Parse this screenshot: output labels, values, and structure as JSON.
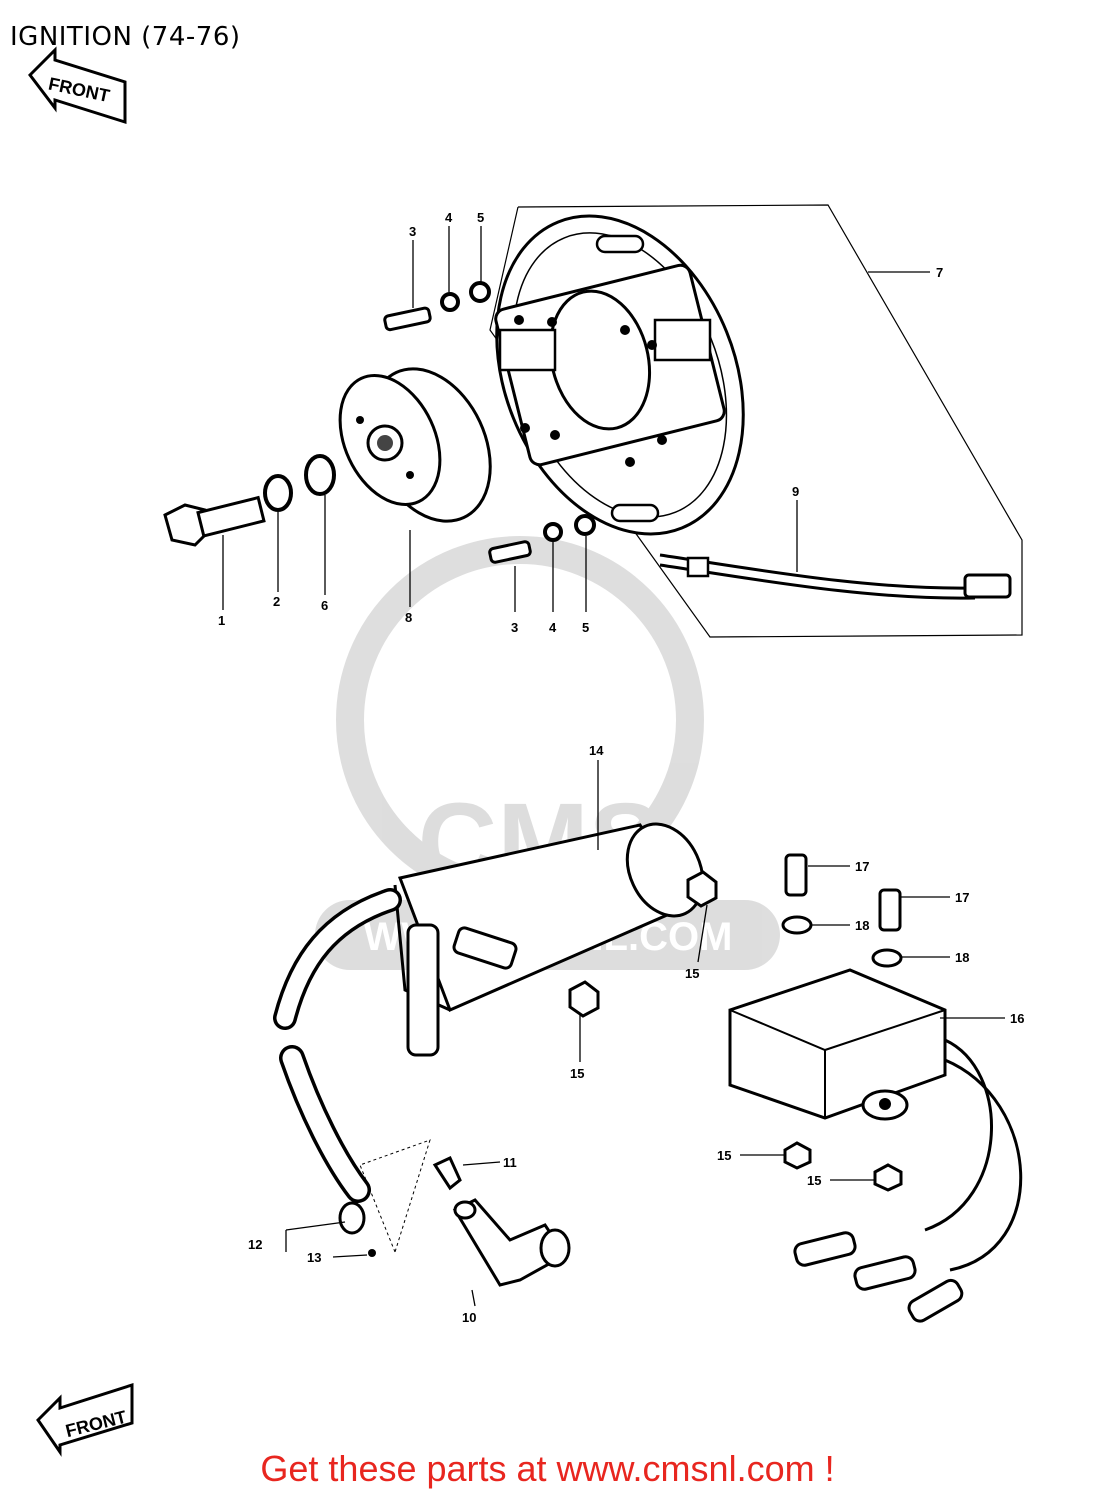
{
  "header": {
    "title": "IGNITION (74-76)"
  },
  "footer": {
    "cta": "Get these parts at www.cmsnl.com !"
  },
  "arrows": {
    "front_label": "FRONT"
  },
  "watermark": {
    "brand": "CMS",
    "url": "WWW.CMSNL.COM"
  },
  "callouts": {
    "c1": "1",
    "c2": "2",
    "c3a": "3",
    "c3b": "3",
    "c4a": "4",
    "c4b": "4",
    "c5a": "5",
    "c5b": "5",
    "c6": "6",
    "c7": "7",
    "c8": "8",
    "c9": "9",
    "c10": "10",
    "c11": "11",
    "c12": "12",
    "c13": "13",
    "c14": "14",
    "c15a": "15",
    "c15b": "15",
    "c15c": "15",
    "c15d": "15",
    "c16": "16",
    "c17a": "17",
    "c17b": "17",
    "c18a": "18",
    "c18b": "18"
  }
}
